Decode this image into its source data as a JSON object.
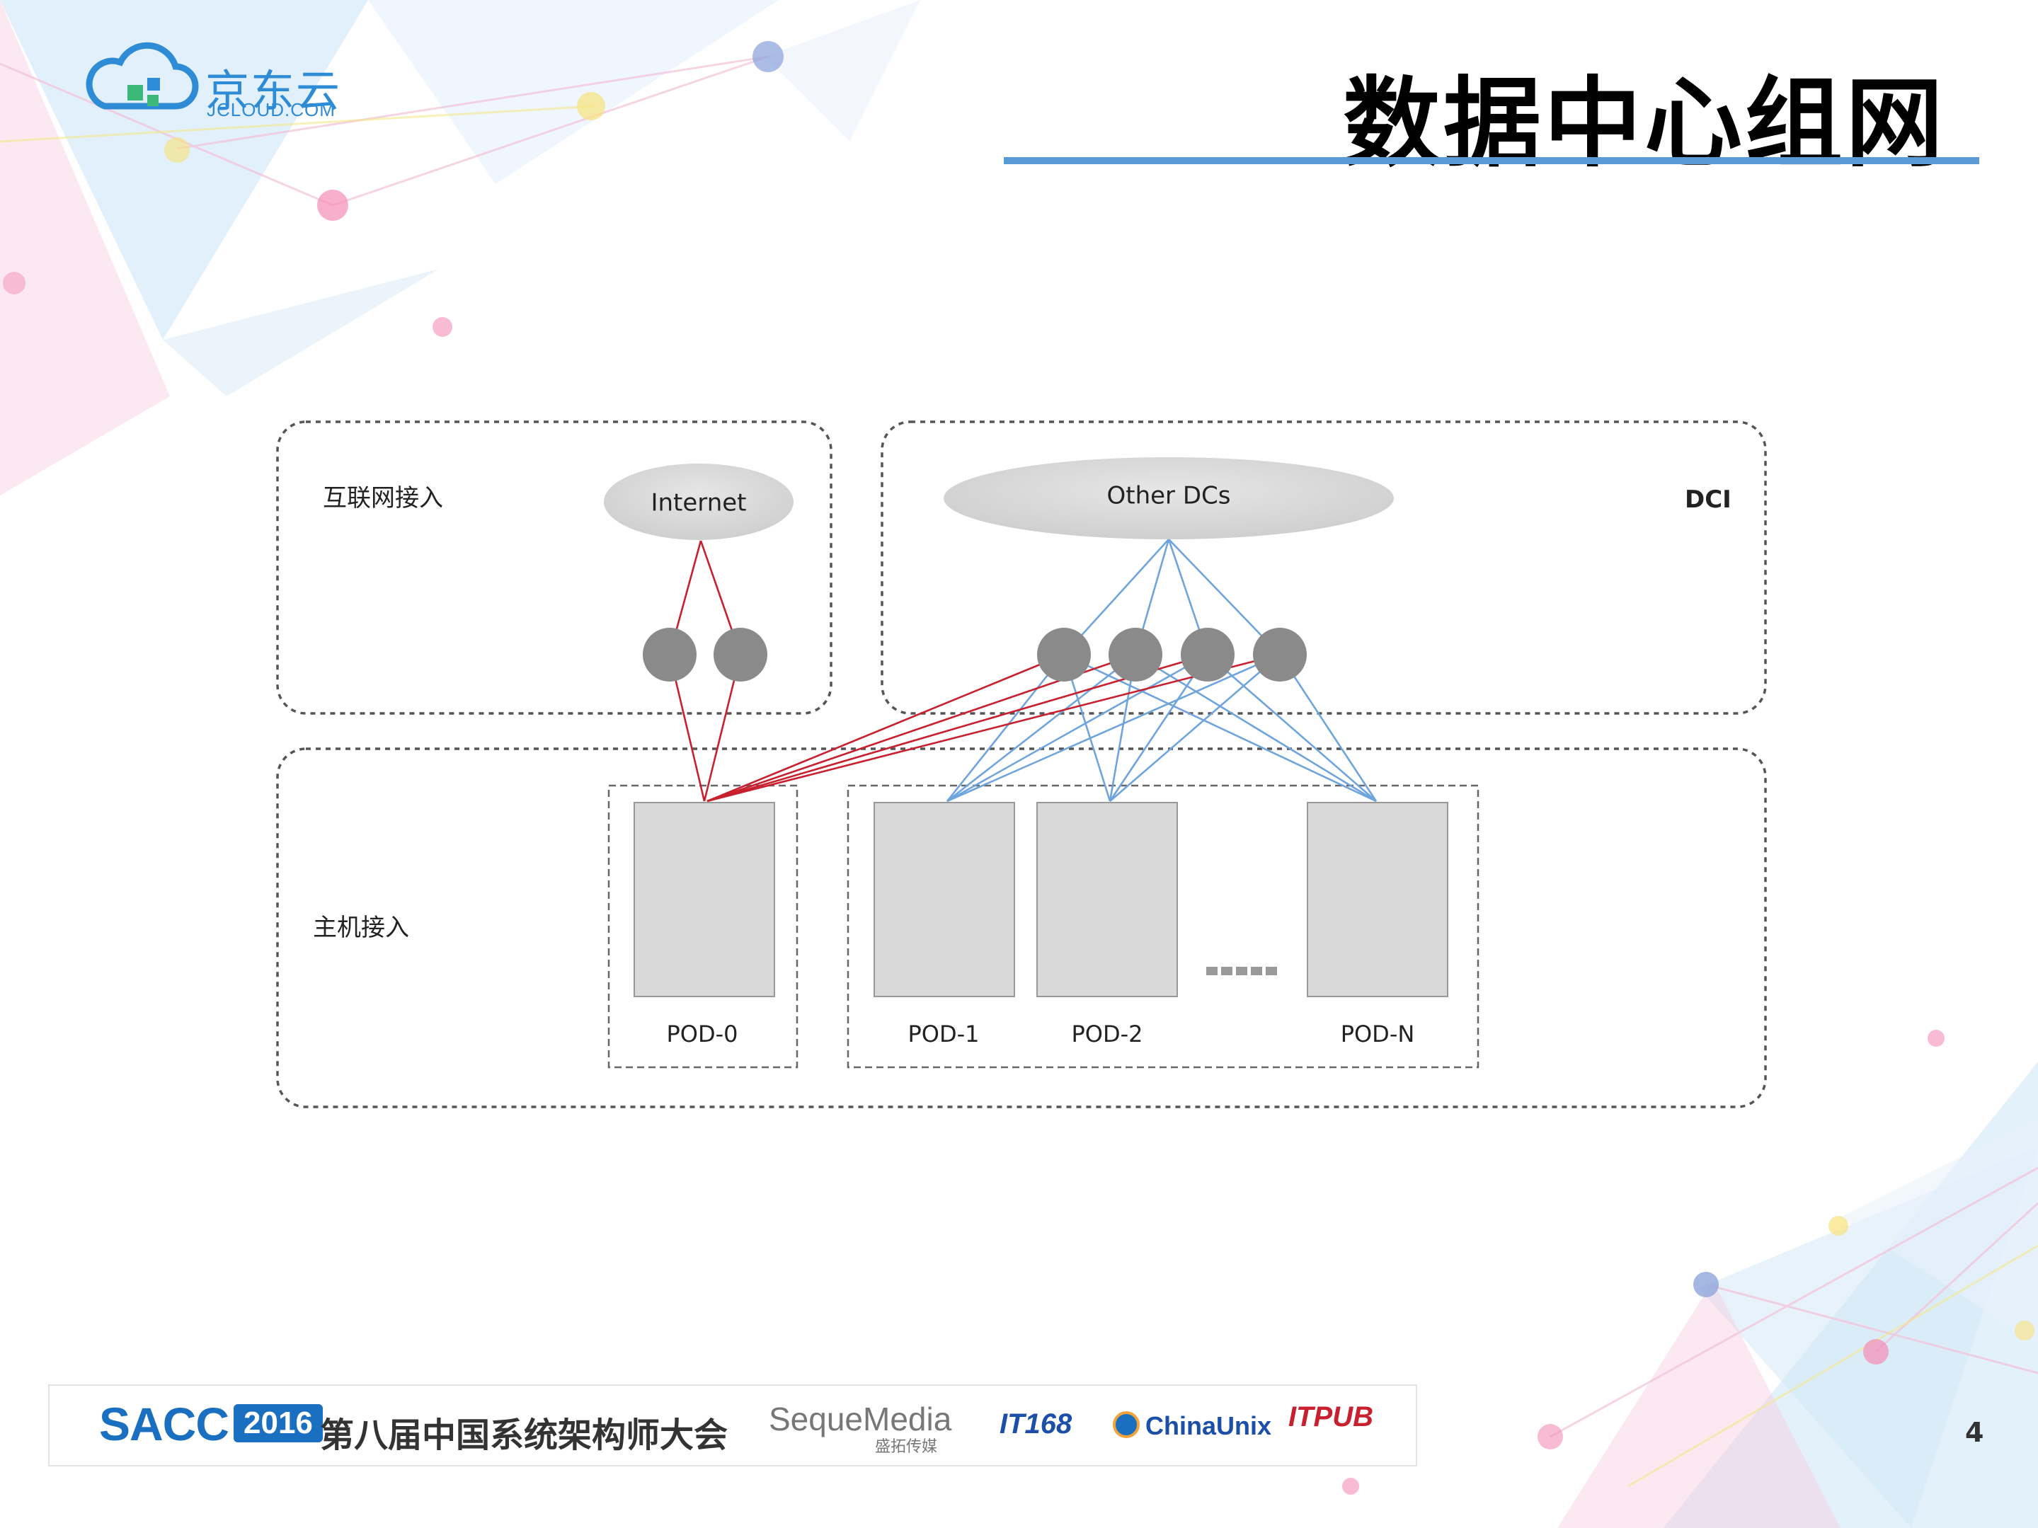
{
  "header": {
    "logo_text": "京东云",
    "logo_subtext": "JCLOUD.COM",
    "title": "数据中心组网"
  },
  "diagram": {
    "zone_internet_label": "互联网接入",
    "zone_dci_label": "DCI",
    "zone_host_label": "主机接入",
    "internet_node": "Internet",
    "other_dcs_node": "Other DCs",
    "pods": [
      "POD-0",
      "POD-1",
      "POD-2",
      "POD-N"
    ],
    "link_colors": {
      "internet": "#c8202f",
      "dci": "#6fa4dc"
    }
  },
  "footer": {
    "sacc": "SACC",
    "year": "2016",
    "conference": "第八届中国系统架构师大会",
    "sponsors": [
      "SequeMedia",
      "盛拓传媒",
      "IT168",
      "ChinaUnix",
      "ITPUB"
    ]
  },
  "page_number": "4",
  "colors": {
    "accent": "#5b9bd5",
    "brand": "#1b6fc0"
  }
}
